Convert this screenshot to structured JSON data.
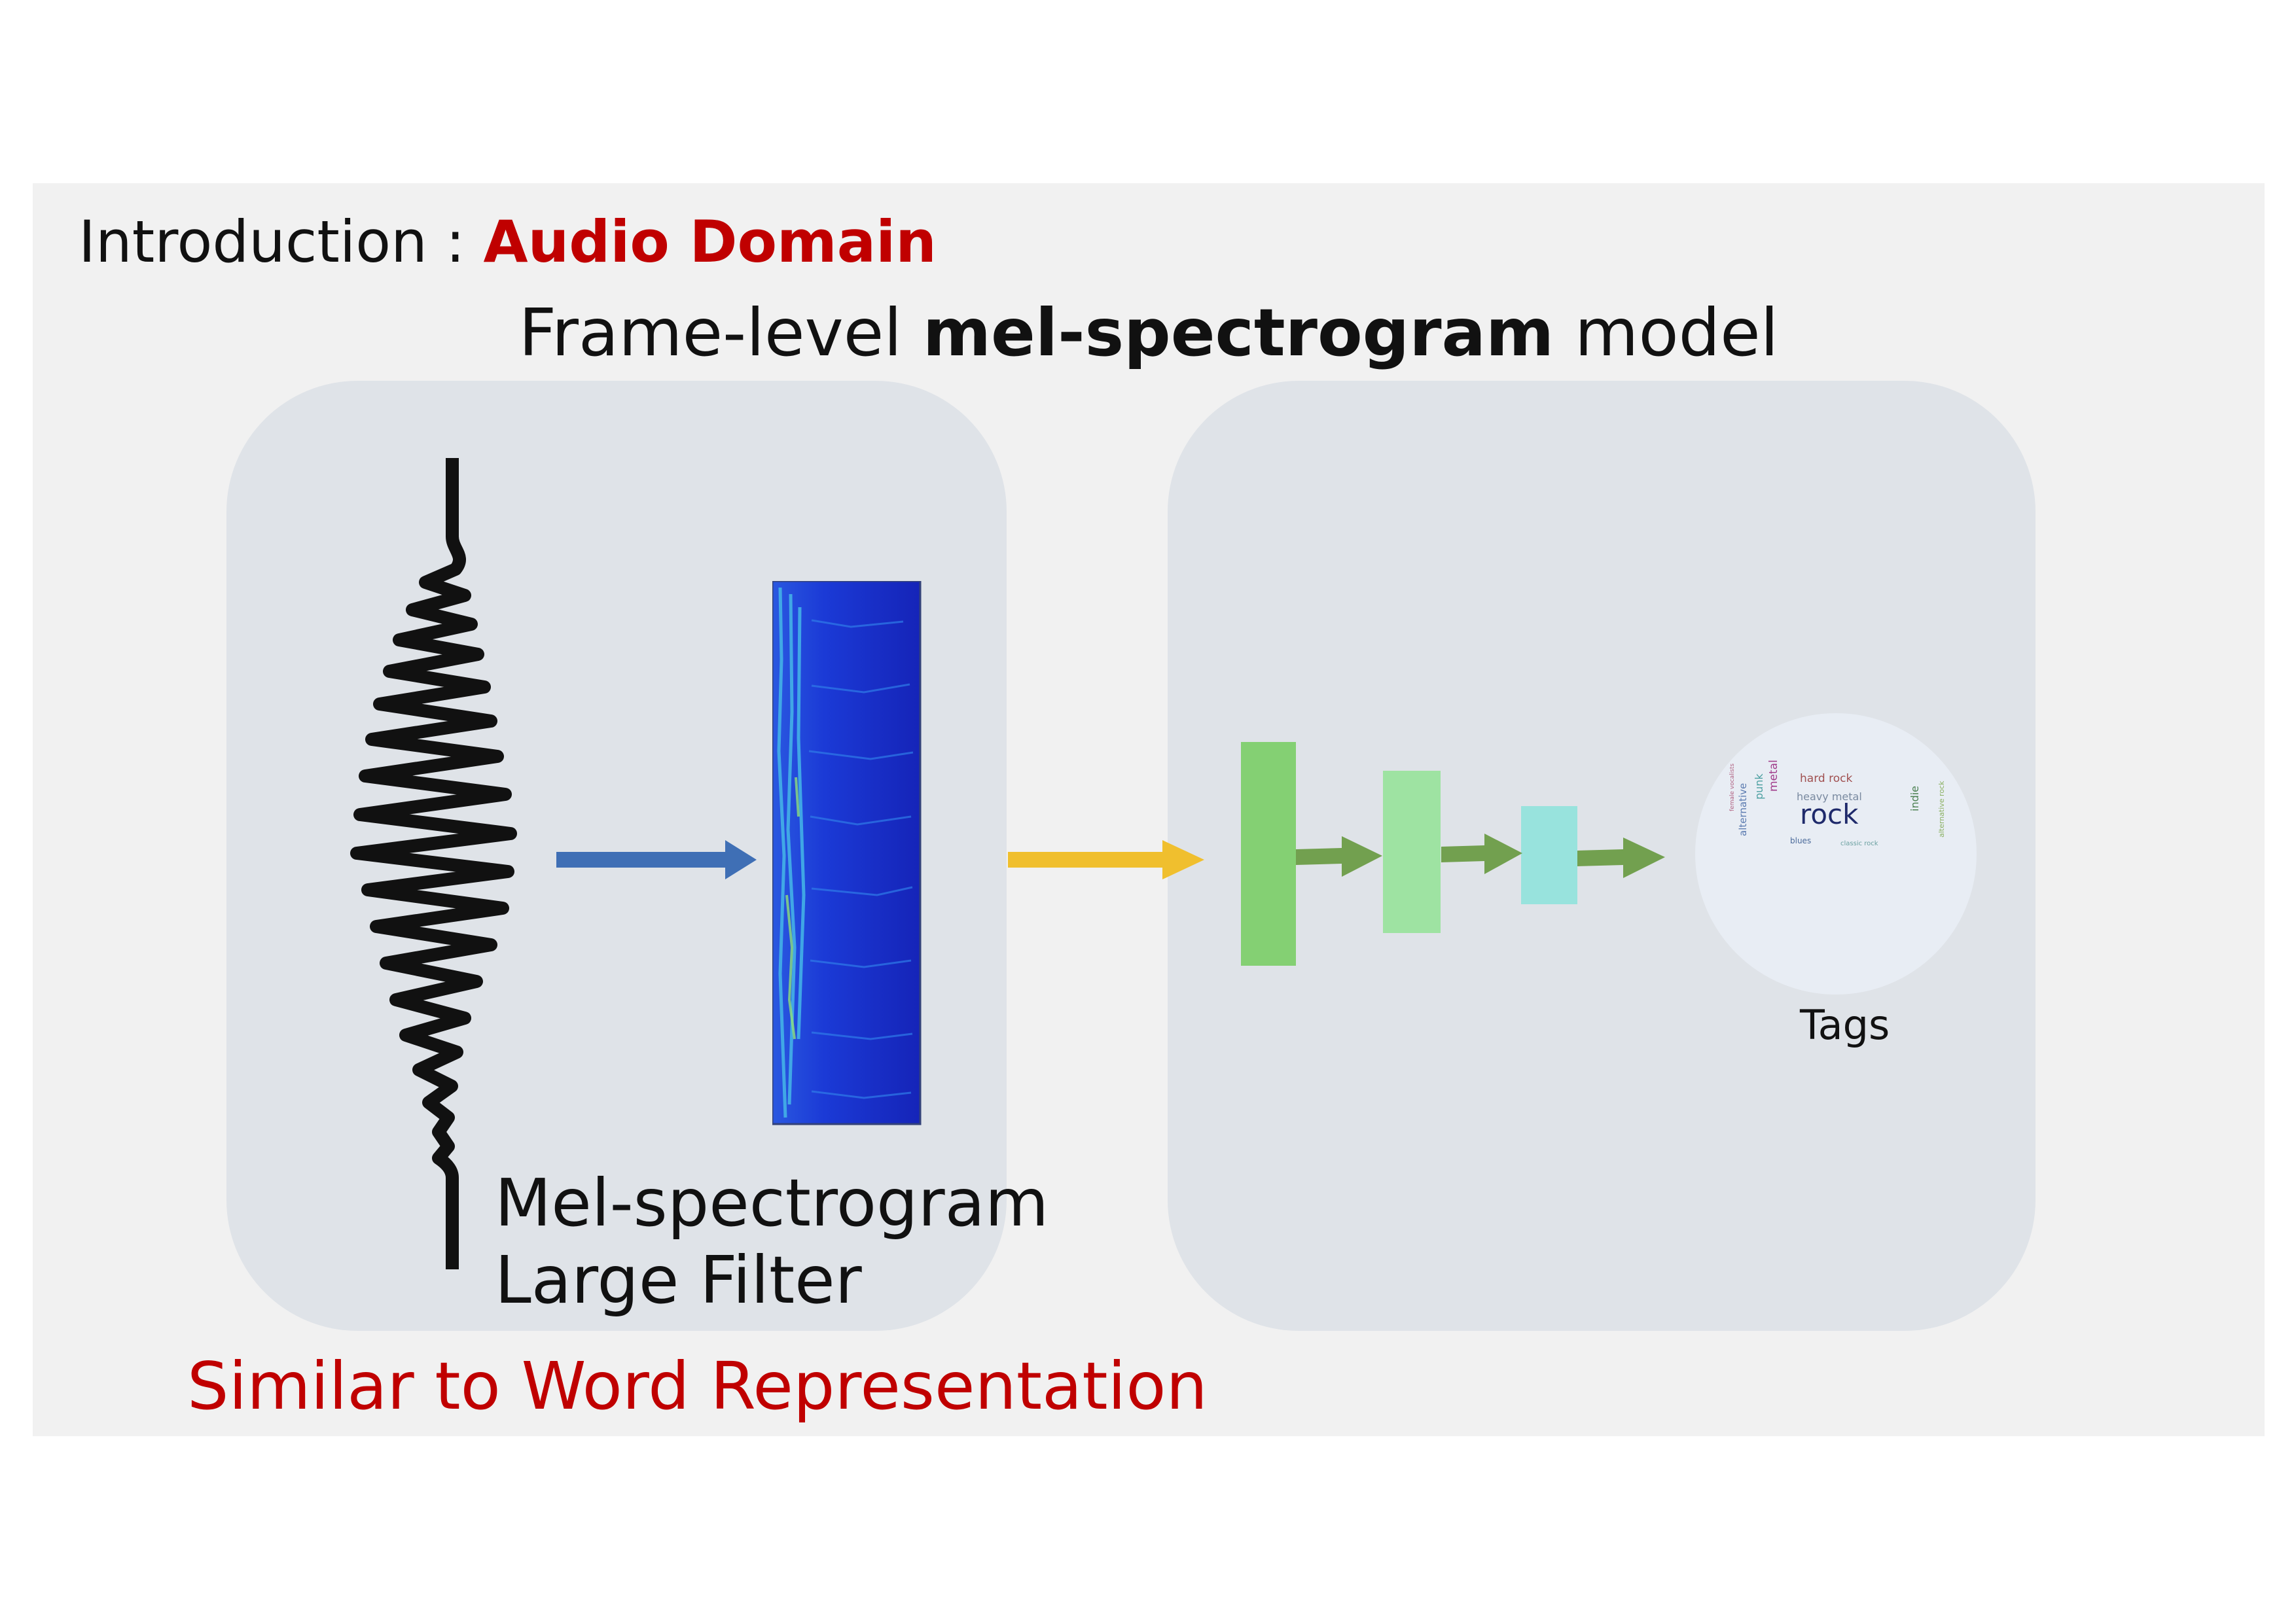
{
  "heading": {
    "prefix": "Introduction :",
    "highlight": "Audio Domain"
  },
  "subtitle": {
    "before": "Frame-level",
    "bold": "mel-spectrogram",
    "after": "model"
  },
  "left_panel": {
    "label_line1": "Mel-spectrogram",
    "label_line2": "Large Filter"
  },
  "right_panel": {
    "output_label": "Tags",
    "tag_cloud": {
      "main": "rock",
      "words": [
        "heavy metal",
        "hard rock",
        "metal",
        "punk",
        "alternative",
        "indie",
        "alternative rock",
        "blues",
        "classic rock",
        "female vocalists"
      ]
    }
  },
  "footer": "Similar to Word Representation",
  "colors": {
    "accent_red": "#c00000",
    "arrow_blue": "#3f6fb5",
    "arrow_yellow": "#f0bf2e",
    "arrow_green": "#72a04f",
    "layer1": "#84d073",
    "layer2": "#9ee3a2",
    "layer3": "#98e3dd",
    "spectrogram": "#1a2fd0",
    "panel": "#dfe3e8"
  }
}
